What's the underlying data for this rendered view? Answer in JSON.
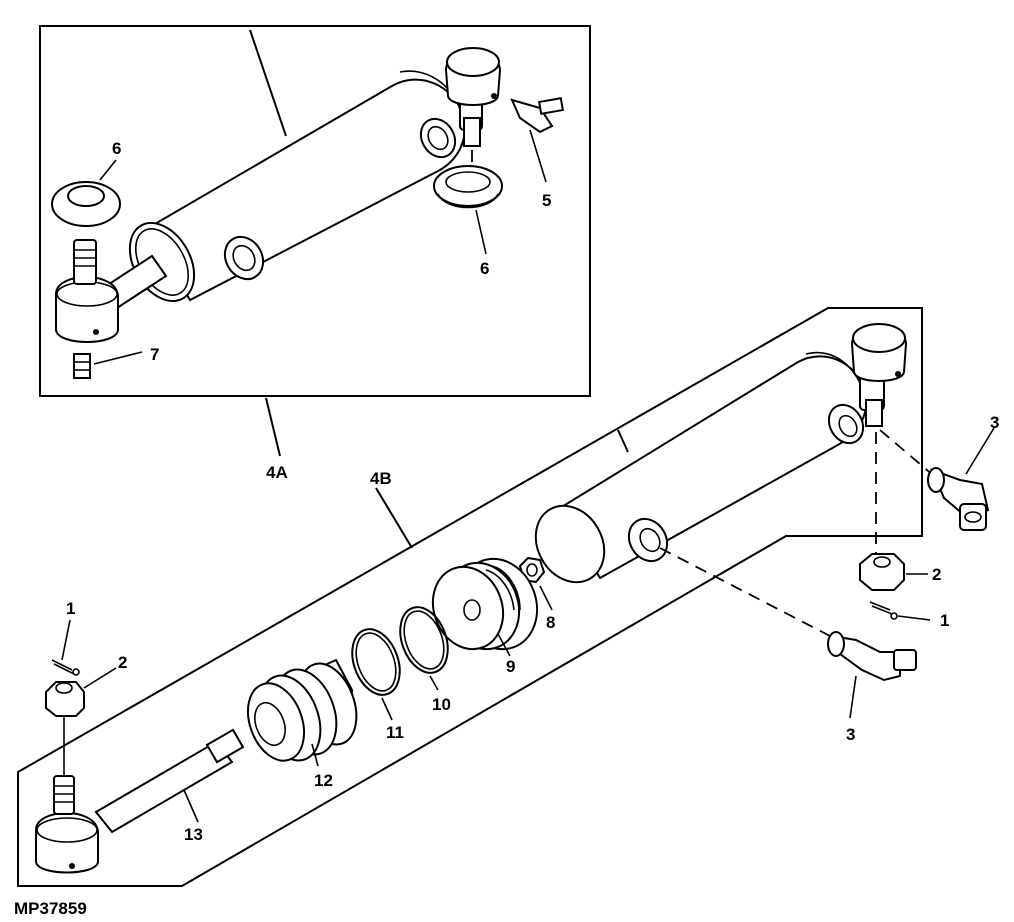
{
  "figure_id": "MP37859",
  "callouts": {
    "c1a": "1",
    "c1b": "1",
    "c2a": "2",
    "c2b": "2",
    "c3a": "3",
    "c3b": "3",
    "c4a": "4A",
    "c4b": "4B",
    "c5": "5",
    "c6a": "6",
    "c6b": "6",
    "c7": "7",
    "c8": "8",
    "c9": "9",
    "c10": "10",
    "c11": "11",
    "c12": "12",
    "c13": "13"
  }
}
